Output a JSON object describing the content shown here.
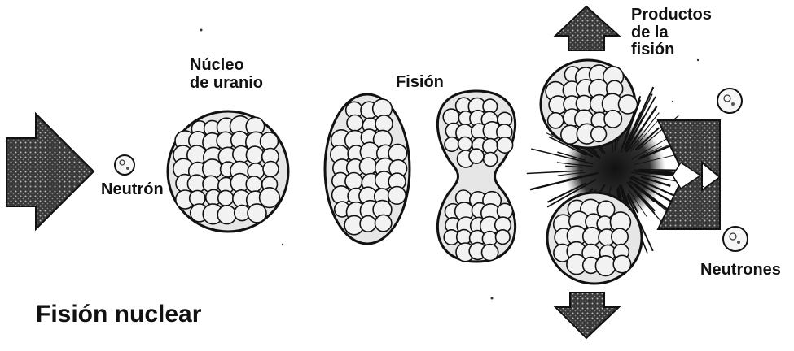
{
  "title": "Fisión nuclear",
  "labels": {
    "nucleus": "Núcleo\nde uranio",
    "fission": "Fisión",
    "neutron": "Neutrón",
    "products": "Productos\nde la\nfisión",
    "neutrons": "Neutrones"
  },
  "icons": [
    "right-arrow-icon",
    "up-arrow-icon",
    "down-arrow-icon",
    "neutron-icon"
  ],
  "colors": {
    "ink": "#111111",
    "cell_fill": "#f2f2f2",
    "arrow_fill": "#2a2a2a",
    "background": "#ffffff"
  }
}
